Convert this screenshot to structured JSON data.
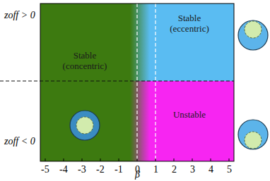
{
  "diagram": {
    "nodes": [
      {
        "text": [
          "Stable (concentric)"
        ]
      },
      {
        "text": [
          "Stable (eccentric)"
        ]
      },
      {
        "text": [
          "Unstable"
        ]
      }
    ],
    "labels": [
      "zoff > 0",
      "zoff < 0",
      "-5",
      "-4",
      "-3",
      "-2",
      "-1",
      "0",
      "1",
      "2",
      "3",
      "4",
      "5",
      "β"
    ]
  }
}
